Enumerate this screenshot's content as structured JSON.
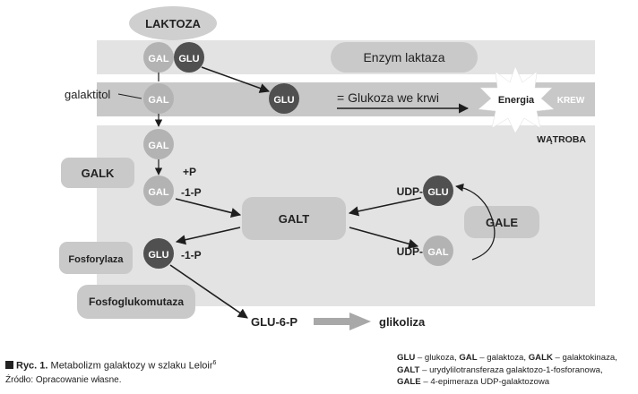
{
  "nodes": {
    "laktoza": "LAKTOZA",
    "gal": "GAL",
    "glu": "GLU",
    "enzym": "Enzym laktaza",
    "galaktitol": "galaktitol",
    "krew_text": "= Glukoza we krwi",
    "energia": "Energia",
    "krew": "KREW",
    "watroba": "WĄTROBA",
    "galk": "GALK",
    "plus_p": "+P",
    "minus_1p": "-1-P",
    "galt": "GALT",
    "udp": "UDP-",
    "gale": "GALE",
    "fosforylaza": "Fosforylaza",
    "fosfoglukomutaza": "Fosfoglukomutaza",
    "glu6p": "GLU-6-P",
    "glikoliza": "glikoliza"
  },
  "caption": {
    "fig_label": "Ryc. 1.",
    "title": "Metabolizm galaktozy w szlaku Leloir",
    "ref": "6",
    "source": "Źródło: Opracowanie własne."
  },
  "legend": {
    "line1_a": "GLU",
    "line1_b": " – glukoza, ",
    "line1_c": "GAL",
    "line1_d": " – galaktoza, ",
    "line1_e": "GALK",
    "line1_f": " – galaktokinaza,",
    "line2_a": "GALT",
    "line2_b": " – urydylilotransferaza galaktozo-1-fosforanowa,",
    "line3_a": "GALE",
    "line3_b": " – 4-epimeraza UDP-galaktozowa"
  },
  "colors": {
    "band": "#e3e3e3",
    "band_dark": "#c2c2c2",
    "pill": "#c9c9c9",
    "gal_circle": "#b3b3b3",
    "glu_circle": "#505050",
    "arrow": "#1e1e1e",
    "gray_arrow": "#a8a8a8"
  }
}
